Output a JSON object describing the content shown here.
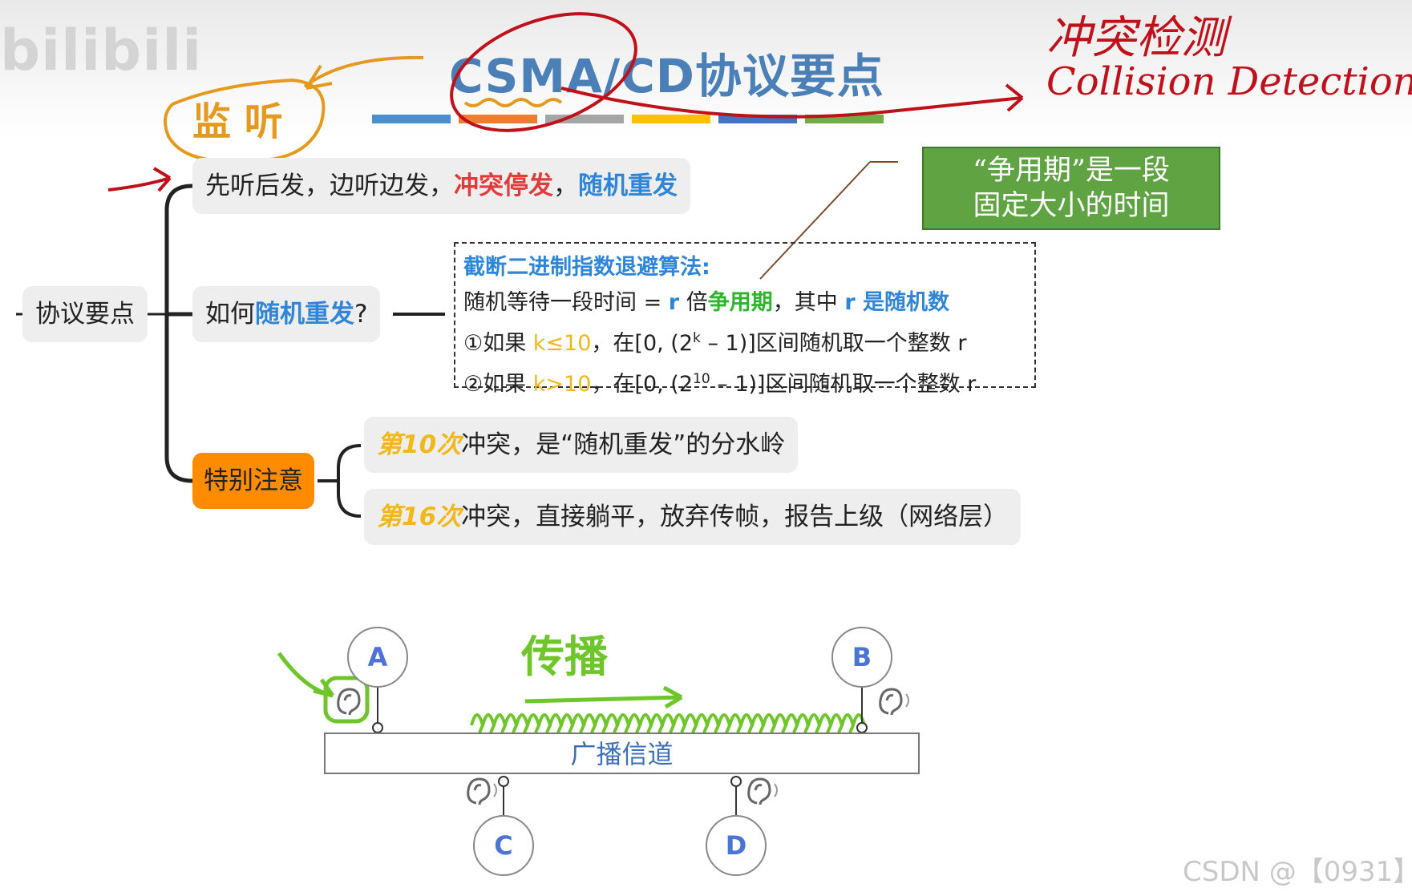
{
  "watermark": "bilibili",
  "title": {
    "part1": "CSMA",
    "part2": "/CD协议要点"
  },
  "title_bar_colors": [
    "#4a8fd0",
    "#ef7d31",
    "#a5a5a5",
    "#ffc000",
    "#4472c4",
    "#70ad47"
  ],
  "handwriting": {
    "listen": "监 听",
    "collision_cn": "冲突检测",
    "collision_en": "Collision Detection",
    "propagate": "传播"
  },
  "mindmap": {
    "root": "协议要点",
    "branch1": {
      "part1": "先听后发，边听边发，",
      "red": "冲突停发",
      "comma": "，",
      "blue": "随机重发"
    },
    "branch2": {
      "prefix": "如何",
      "blue": "随机重发",
      "suffix": "?"
    },
    "branch3": "特别注意",
    "note1": {
      "ylw": "第10次",
      "text": "冲突，是“随机重发”的分水岭"
    },
    "note2": {
      "ylw": "第16次",
      "text": "冲突，直接躺平，放弃传帧，报告上级（网络层）"
    }
  },
  "algorithm": {
    "heading": "截断二进制指数退避算法:",
    "line1": {
      "a": "随机等待一段时间 = ",
      "r1": "r",
      "b": " 倍",
      "green": "争用期",
      "c": "，其中 ",
      "r2": "r",
      "d": " 是随机数"
    },
    "line2": {
      "a": "①如果 ",
      "cond": "k≤10",
      "b": "，在[0, (2",
      "sup": "k",
      "c": " – 1)]区间随机取一个整数 r"
    },
    "line3": {
      "a": "②如果 ",
      "cond": "k>10",
      "b": "，在[0, (2",
      "sup": "10",
      "c": " – 1)]区间随机取一个整数 r"
    }
  },
  "callout": {
    "line1": "“争用期”是一段",
    "line2": "固定大小的时间"
  },
  "network": {
    "channel_label": "广播信道",
    "stations": [
      "A",
      "B",
      "C",
      "D"
    ],
    "ear_icon": "ear-icon"
  },
  "credit": "CSDN @【0931】"
}
